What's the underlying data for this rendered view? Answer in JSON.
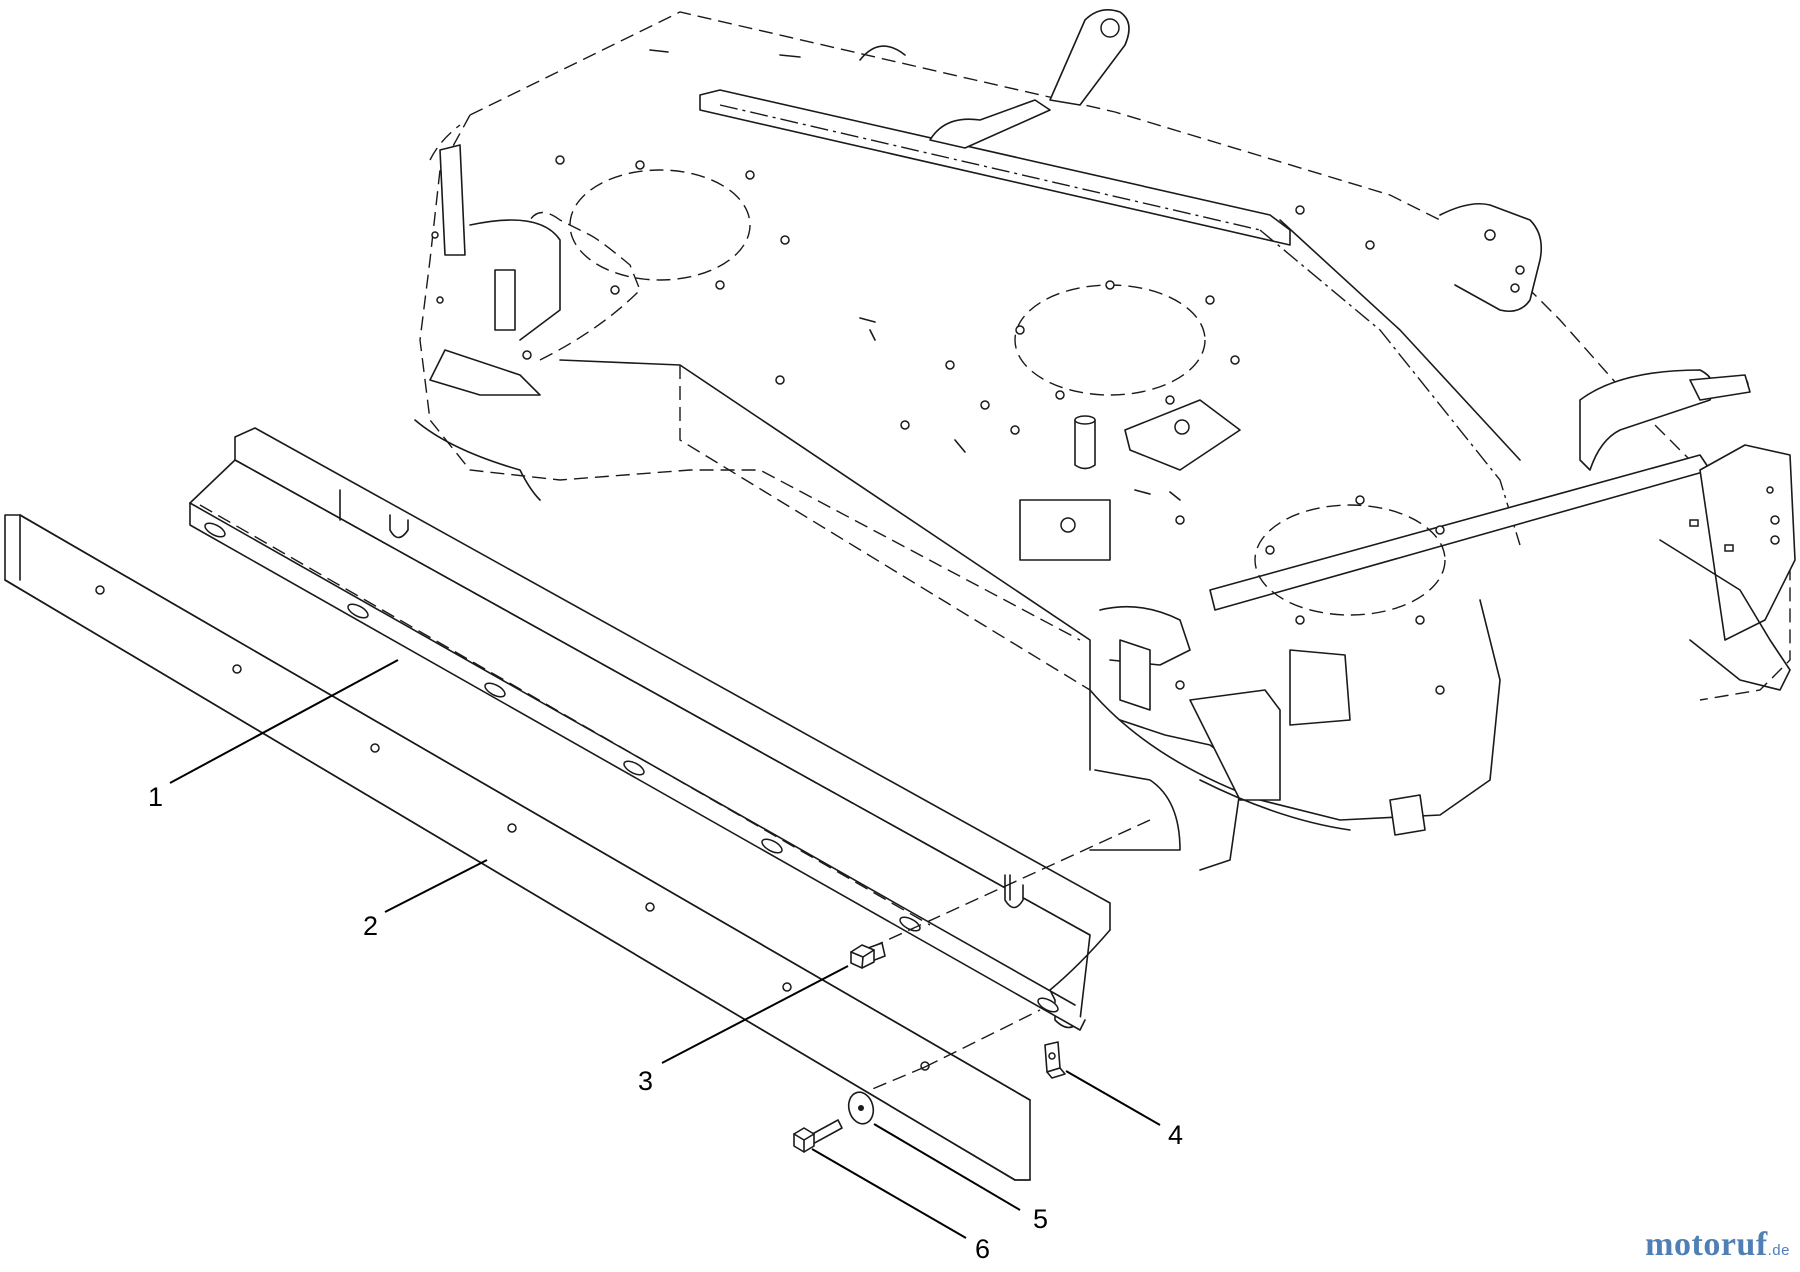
{
  "callouts": [
    {
      "id": "1",
      "label": "1"
    },
    {
      "id": "2",
      "label": "2"
    },
    {
      "id": "3",
      "label": "3"
    },
    {
      "id": "4",
      "label": "4"
    },
    {
      "id": "5",
      "label": "5"
    },
    {
      "id": "6",
      "label": "6"
    }
  ],
  "watermark": {
    "text": "motoruf",
    "tld": ".de",
    "color_main": "#4f7fb4",
    "color_accent": "#e0752d"
  }
}
